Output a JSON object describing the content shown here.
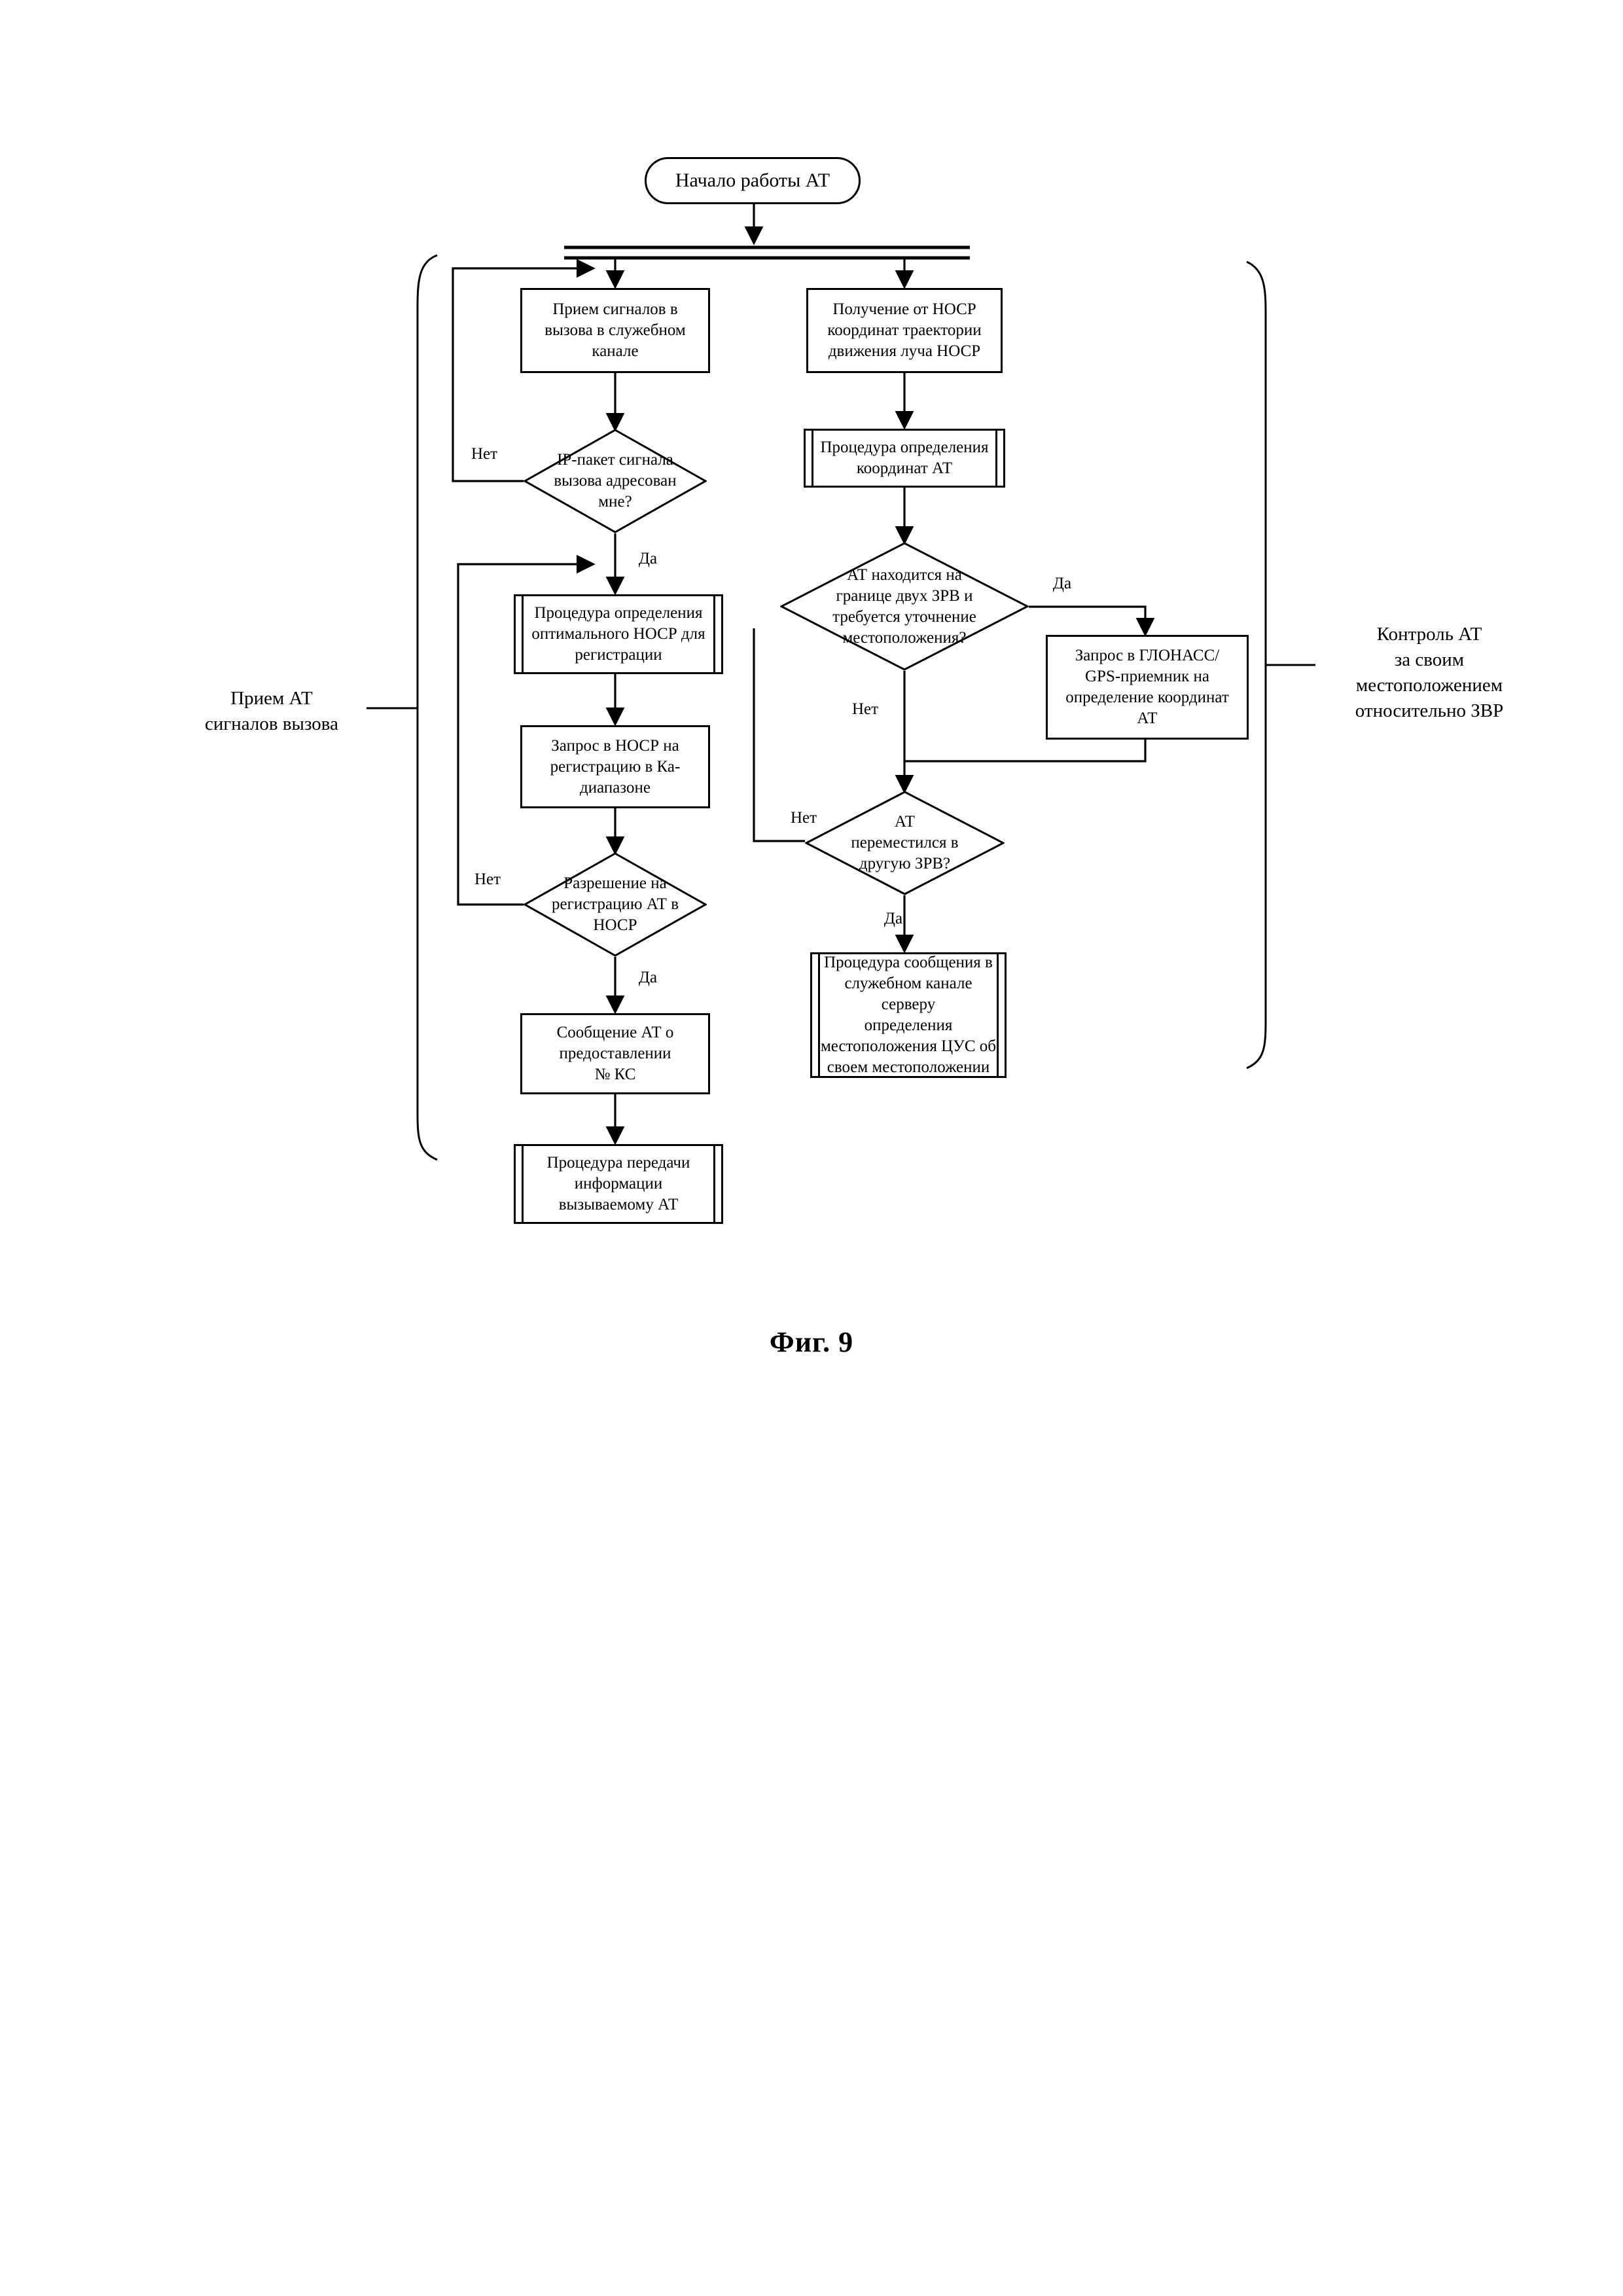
{
  "figure": {
    "caption": "Фиг. 9"
  },
  "nodes": {
    "start": {
      "label": "Начало работы АТ",
      "type": "terminator"
    },
    "left": {
      "receive_signals": {
        "label": "Прием сигналов в\nвызова в служебном\nканале",
        "type": "process"
      },
      "ip_packet_decision": {
        "label": "IP-пакет сигнала\nвызова адресован\nмне?",
        "type": "decision"
      },
      "optimal_nosr": {
        "label": "Процедура  определения\nоптимального НОСР для\nрегистрации",
        "type": "predefined"
      },
      "ka_request": {
        "label": "Запрос в НОСР на\nрегистрацию в Ка-\nдиапазоне",
        "type": "process"
      },
      "registration_decision": {
        "label": "Разрешение на\nрегистрацию АТ в\nНОСР",
        "type": "decision"
      },
      "ks_message": {
        "label": "Сообщение АТ о\nпредоставлении\n№ КС",
        "type": "process"
      },
      "transfer_info": {
        "label": "Процедура  передачи\nинформации\nвызываемому АТ",
        "type": "predefined"
      }
    },
    "right": {
      "get_trajectory": {
        "label": "Получение от НОСР\nкоординат траектории\nдвижения луча НОСР",
        "type": "process"
      },
      "coord_procedure": {
        "label": "Процедура  определения\nкоординат АТ",
        "type": "predefined"
      },
      "border_decision": {
        "label": "АТ находится на\nгранице двух ЗРВ и\nтребуется уточнение\nместоположения?",
        "type": "decision"
      },
      "glonass_request": {
        "label": "Запрос в ГЛОНАСС/\nGPS-приемник на\nопределение координат\nАТ",
        "type": "process"
      },
      "moved_decision": {
        "label": "АТ\nпереместился в\nдругую ЗРВ?",
        "type": "decision"
      },
      "report_position": {
        "label": "Процедура сообщения в\nслужебном канале  серверу\nопределения\nместоположения ЦУС об\nсвоем местоположении",
        "type": "predefined"
      }
    }
  },
  "edge_labels": {
    "ip_no": "Нет",
    "ip_yes": "Да",
    "reg_no": "Нет",
    "reg_yes": "Да",
    "border_yes": "Да",
    "border_no": "Нет",
    "moved_no": "Нет",
    "moved_yes": "Да"
  },
  "brackets": {
    "left_label": "Прием АТ\nсигналов вызова",
    "right_label": "Контроль АТ\nза своим\nместоположением\nотносительно ЗВР"
  },
  "colors": {
    "stroke": "#000000",
    "background": "#ffffff",
    "text": "#000000"
  }
}
